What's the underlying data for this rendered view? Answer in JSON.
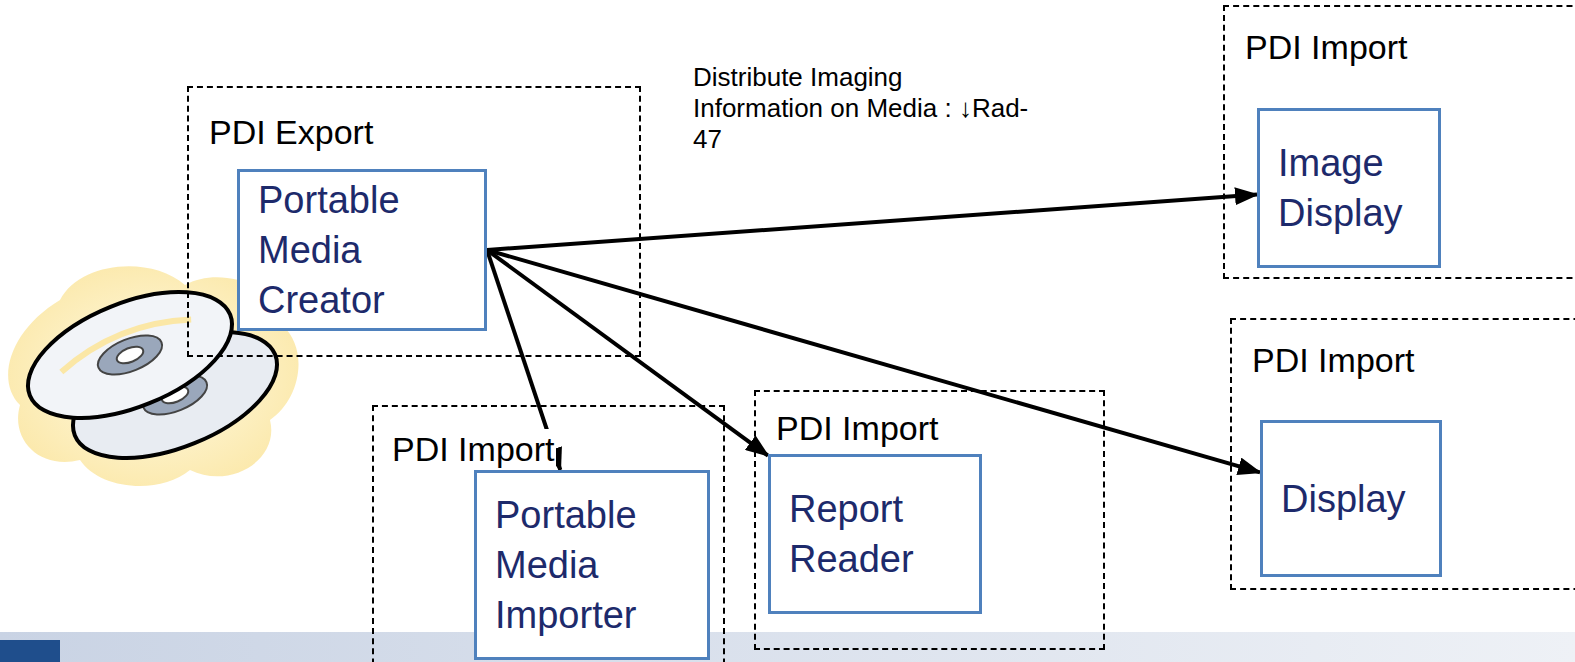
{
  "diagram": {
    "nodes": [
      {
        "text": [
          "PDI Export"
        ]
      },
      {
        "text": [
          "Portable Media Creator"
        ],
        "in": 0
      },
      {
        "text": [
          "PDI Import"
        ]
      },
      {
        "text": [
          "Image Display"
        ],
        "in": 2
      },
      {
        "text": [
          "PDI Import"
        ]
      },
      {
        "text": [
          "Display"
        ],
        "in": 4
      },
      {
        "text": [
          "PDI Import"
        ]
      },
      {
        "text": [
          "Portable Media Importer"
        ],
        "in": 6
      },
      {
        "text": [
          "PDI Import"
        ]
      },
      {
        "text": [
          "Report Reader"
        ],
        "in": 8
      }
    ],
    "edges": [
      {
        "from": 1,
        "to": 3,
        "arrow": "to",
        "label": "Distribute Imaging Information on Media : ↓Rad-47"
      },
      {
        "from": 1,
        "to": 7,
        "arrow": "to"
      },
      {
        "from": 1,
        "to": 9,
        "arrow": "to"
      },
      {
        "from": 1,
        "to": 5,
        "arrow": "to"
      }
    ]
  }
}
